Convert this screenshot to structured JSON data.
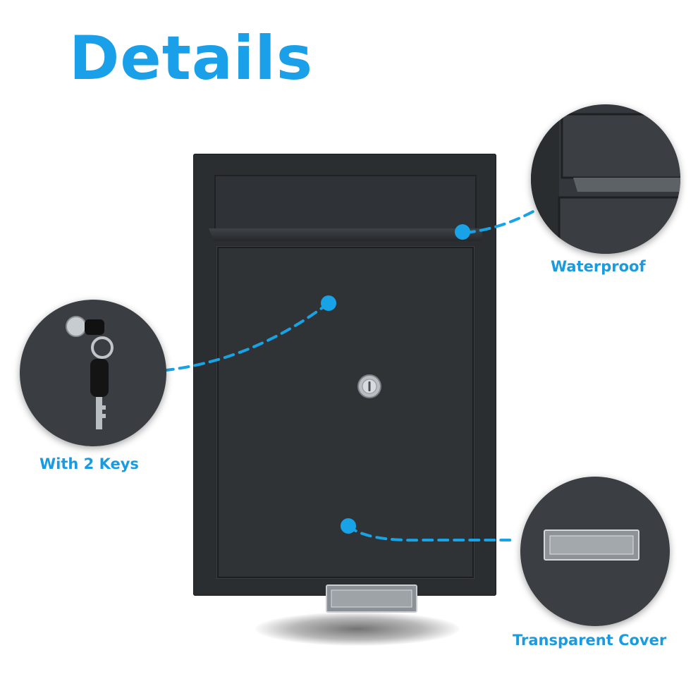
{
  "title": "Details",
  "callouts": {
    "waterproof": {
      "label": "Waterproof"
    },
    "keys": {
      "label": "With 2 Keys"
    },
    "cover": {
      "label": "Transparent Cover"
    }
  },
  "colors": {
    "accent": "#1aa0e8",
    "mailbox_body": "#2b2e31"
  },
  "icons": [
    "lock-icon",
    "key-icon",
    "label-holder-icon"
  ]
}
